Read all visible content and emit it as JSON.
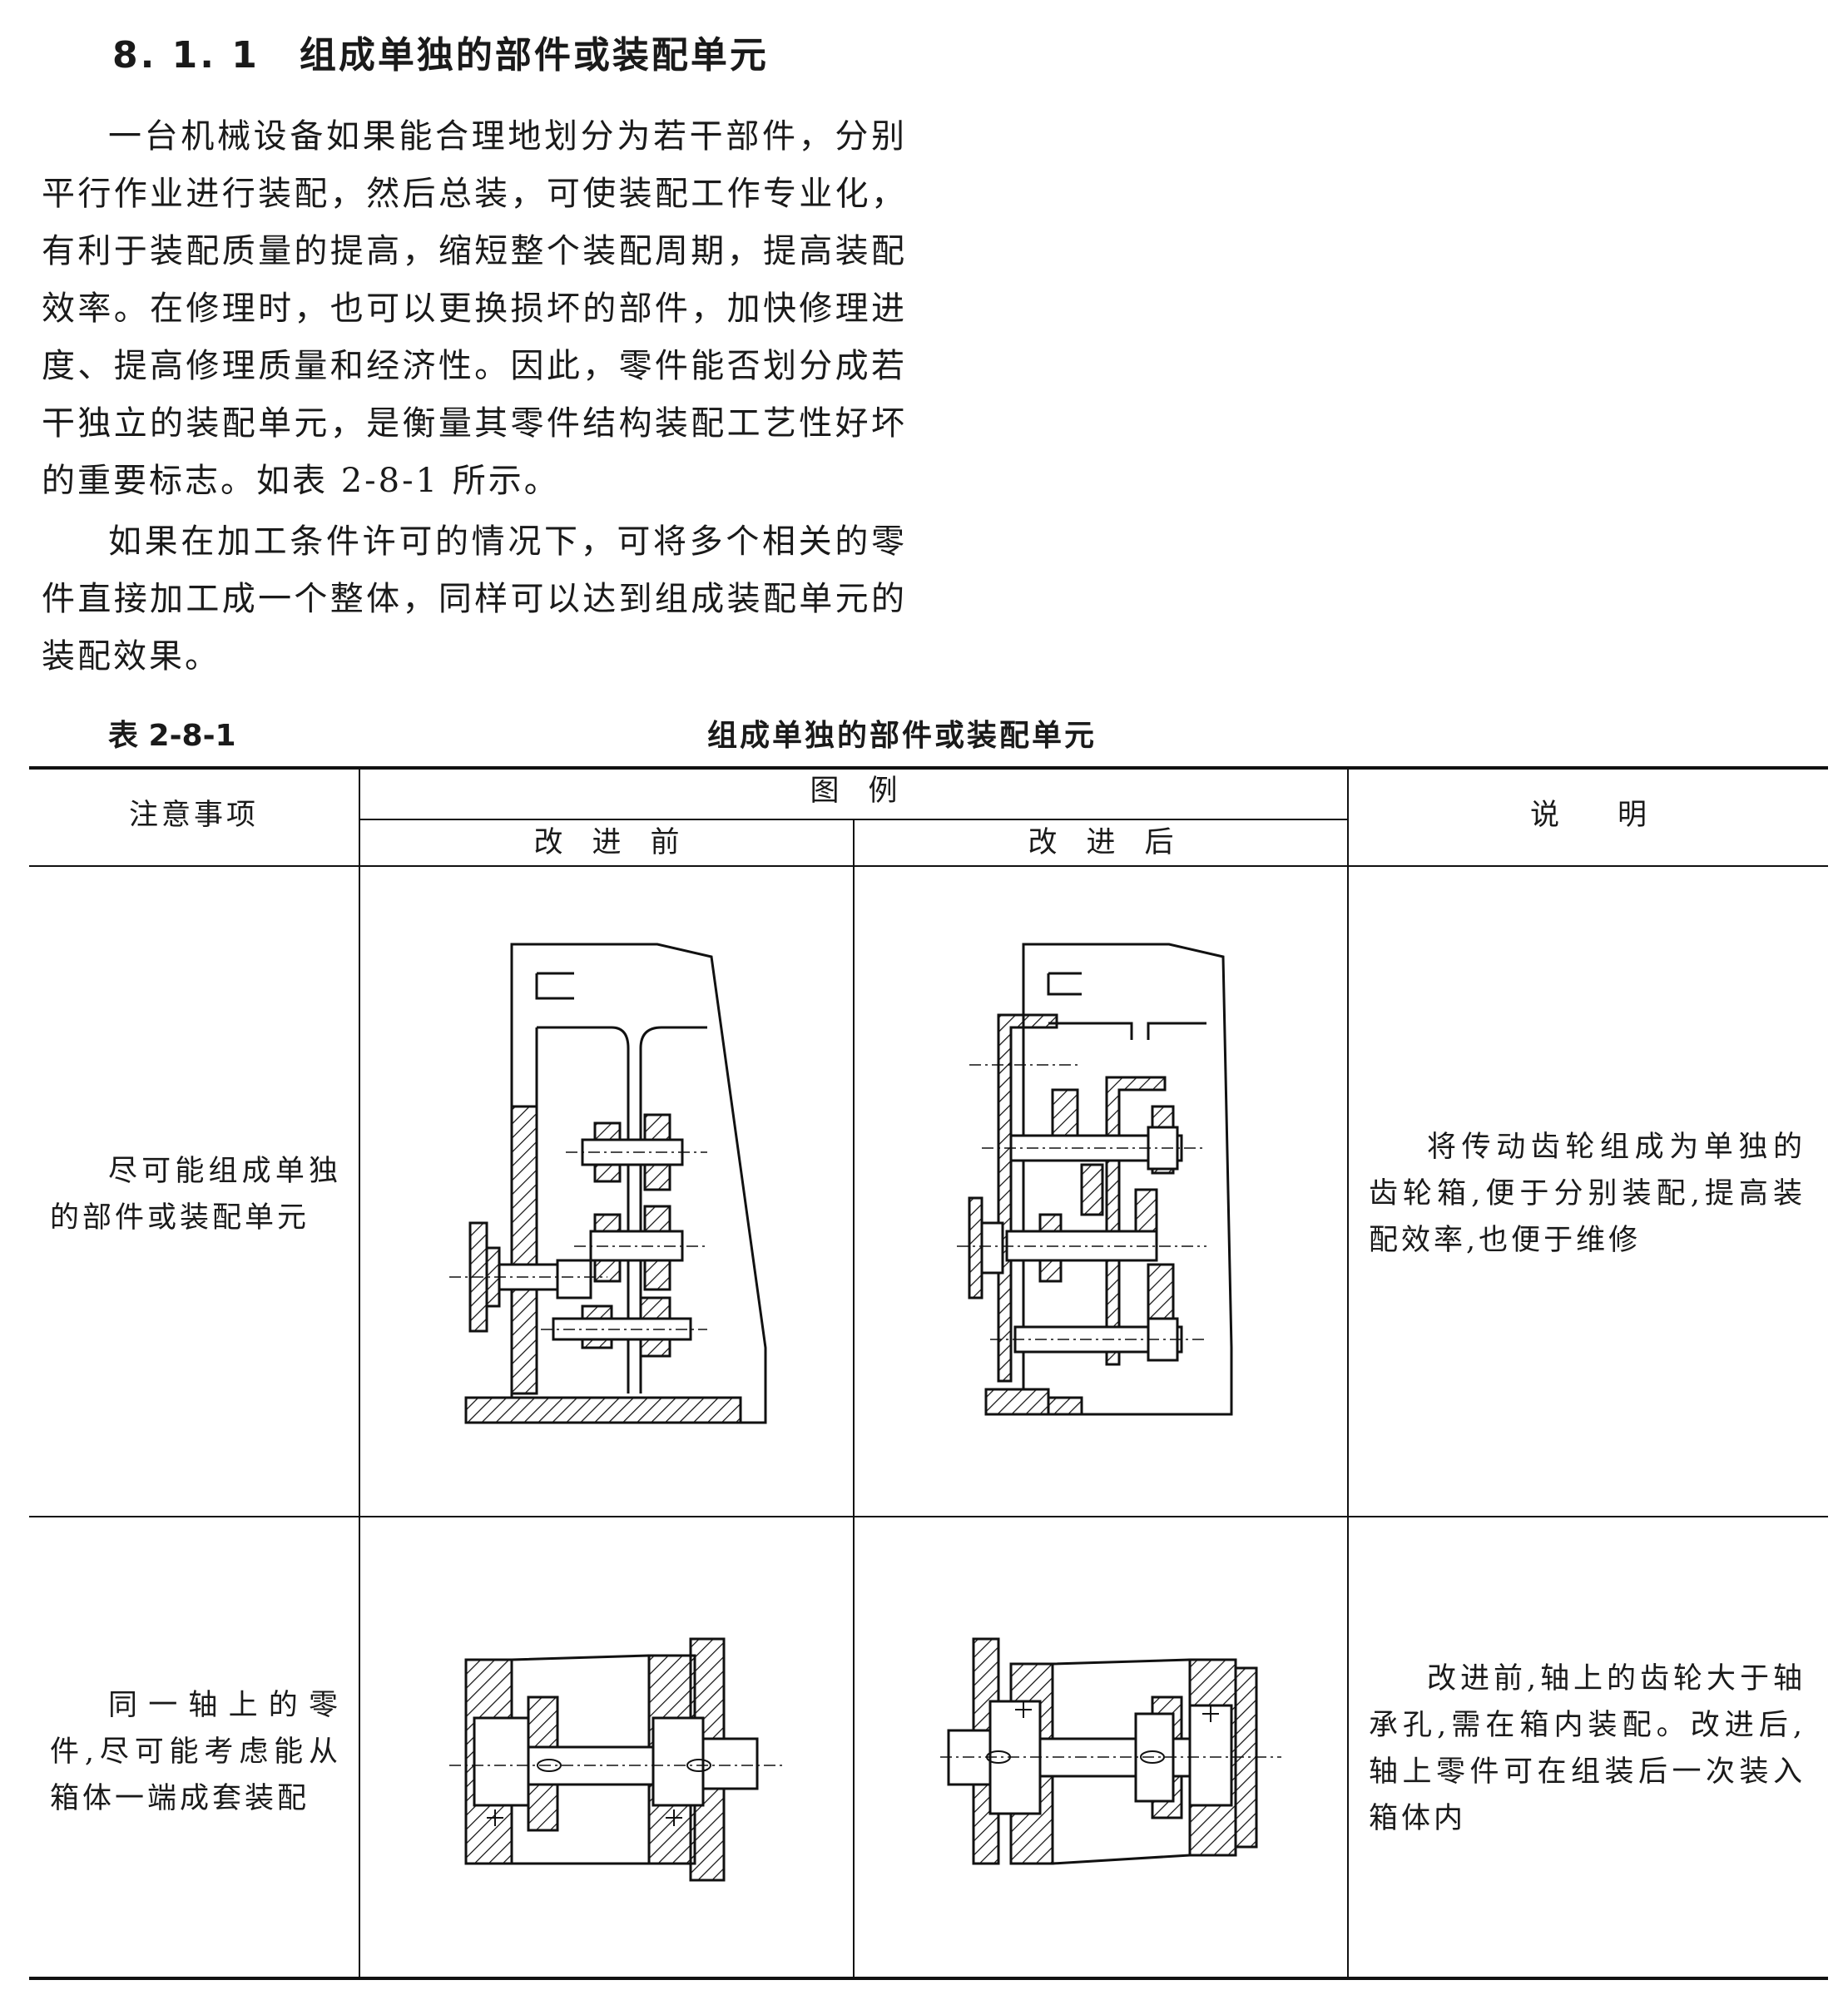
{
  "section": {
    "number": "8. 1. 1",
    "title": "组成单独的部件或装配单元"
  },
  "paragraphs": [
    "一台机械设备如果能合理地划分为若干部件，分别平行作业进行装配，然后总装，可使装配工作专业化，有利于装配质量的提高，缩短整个装配周期，提高装配效率。在修理时，也可以更换损坏的部件，加快修理进度、提高修理质量和经济性。因此，零件能否划分成若干独立的装配单元，是衡量其零件结构装配工艺性好坏的重要标志。如表 2-8-1 所示。",
    "如果在加工条件许可的情况下，可将多个相关的零件直接加工成一个整体，同样可以达到组成装配单元的装配效果。"
  ],
  "table": {
    "number": "表 2-8-1",
    "title": "组成单独的部件或装配单元",
    "headers": {
      "notes": "注意事项",
      "figure": "图　例",
      "before": "改　进　前",
      "after": "改　进　后",
      "explanation": "说　　明"
    },
    "rows": [
      {
        "note": "尽可能组成单独的部件或装配单元",
        "explanation": "将传动齿轮组成为单独的齿轮箱,便于分别装配,提高装配效率,也便于维修"
      },
      {
        "note": "同一轴上的零件,尽可能考虑能从箱体一端成套装配",
        "explanation": "改进前,轴上的齿轮大于轴承孔,需在箱内装配。改进后,轴上零件可在组装后一次装入箱体内"
      }
    ]
  }
}
